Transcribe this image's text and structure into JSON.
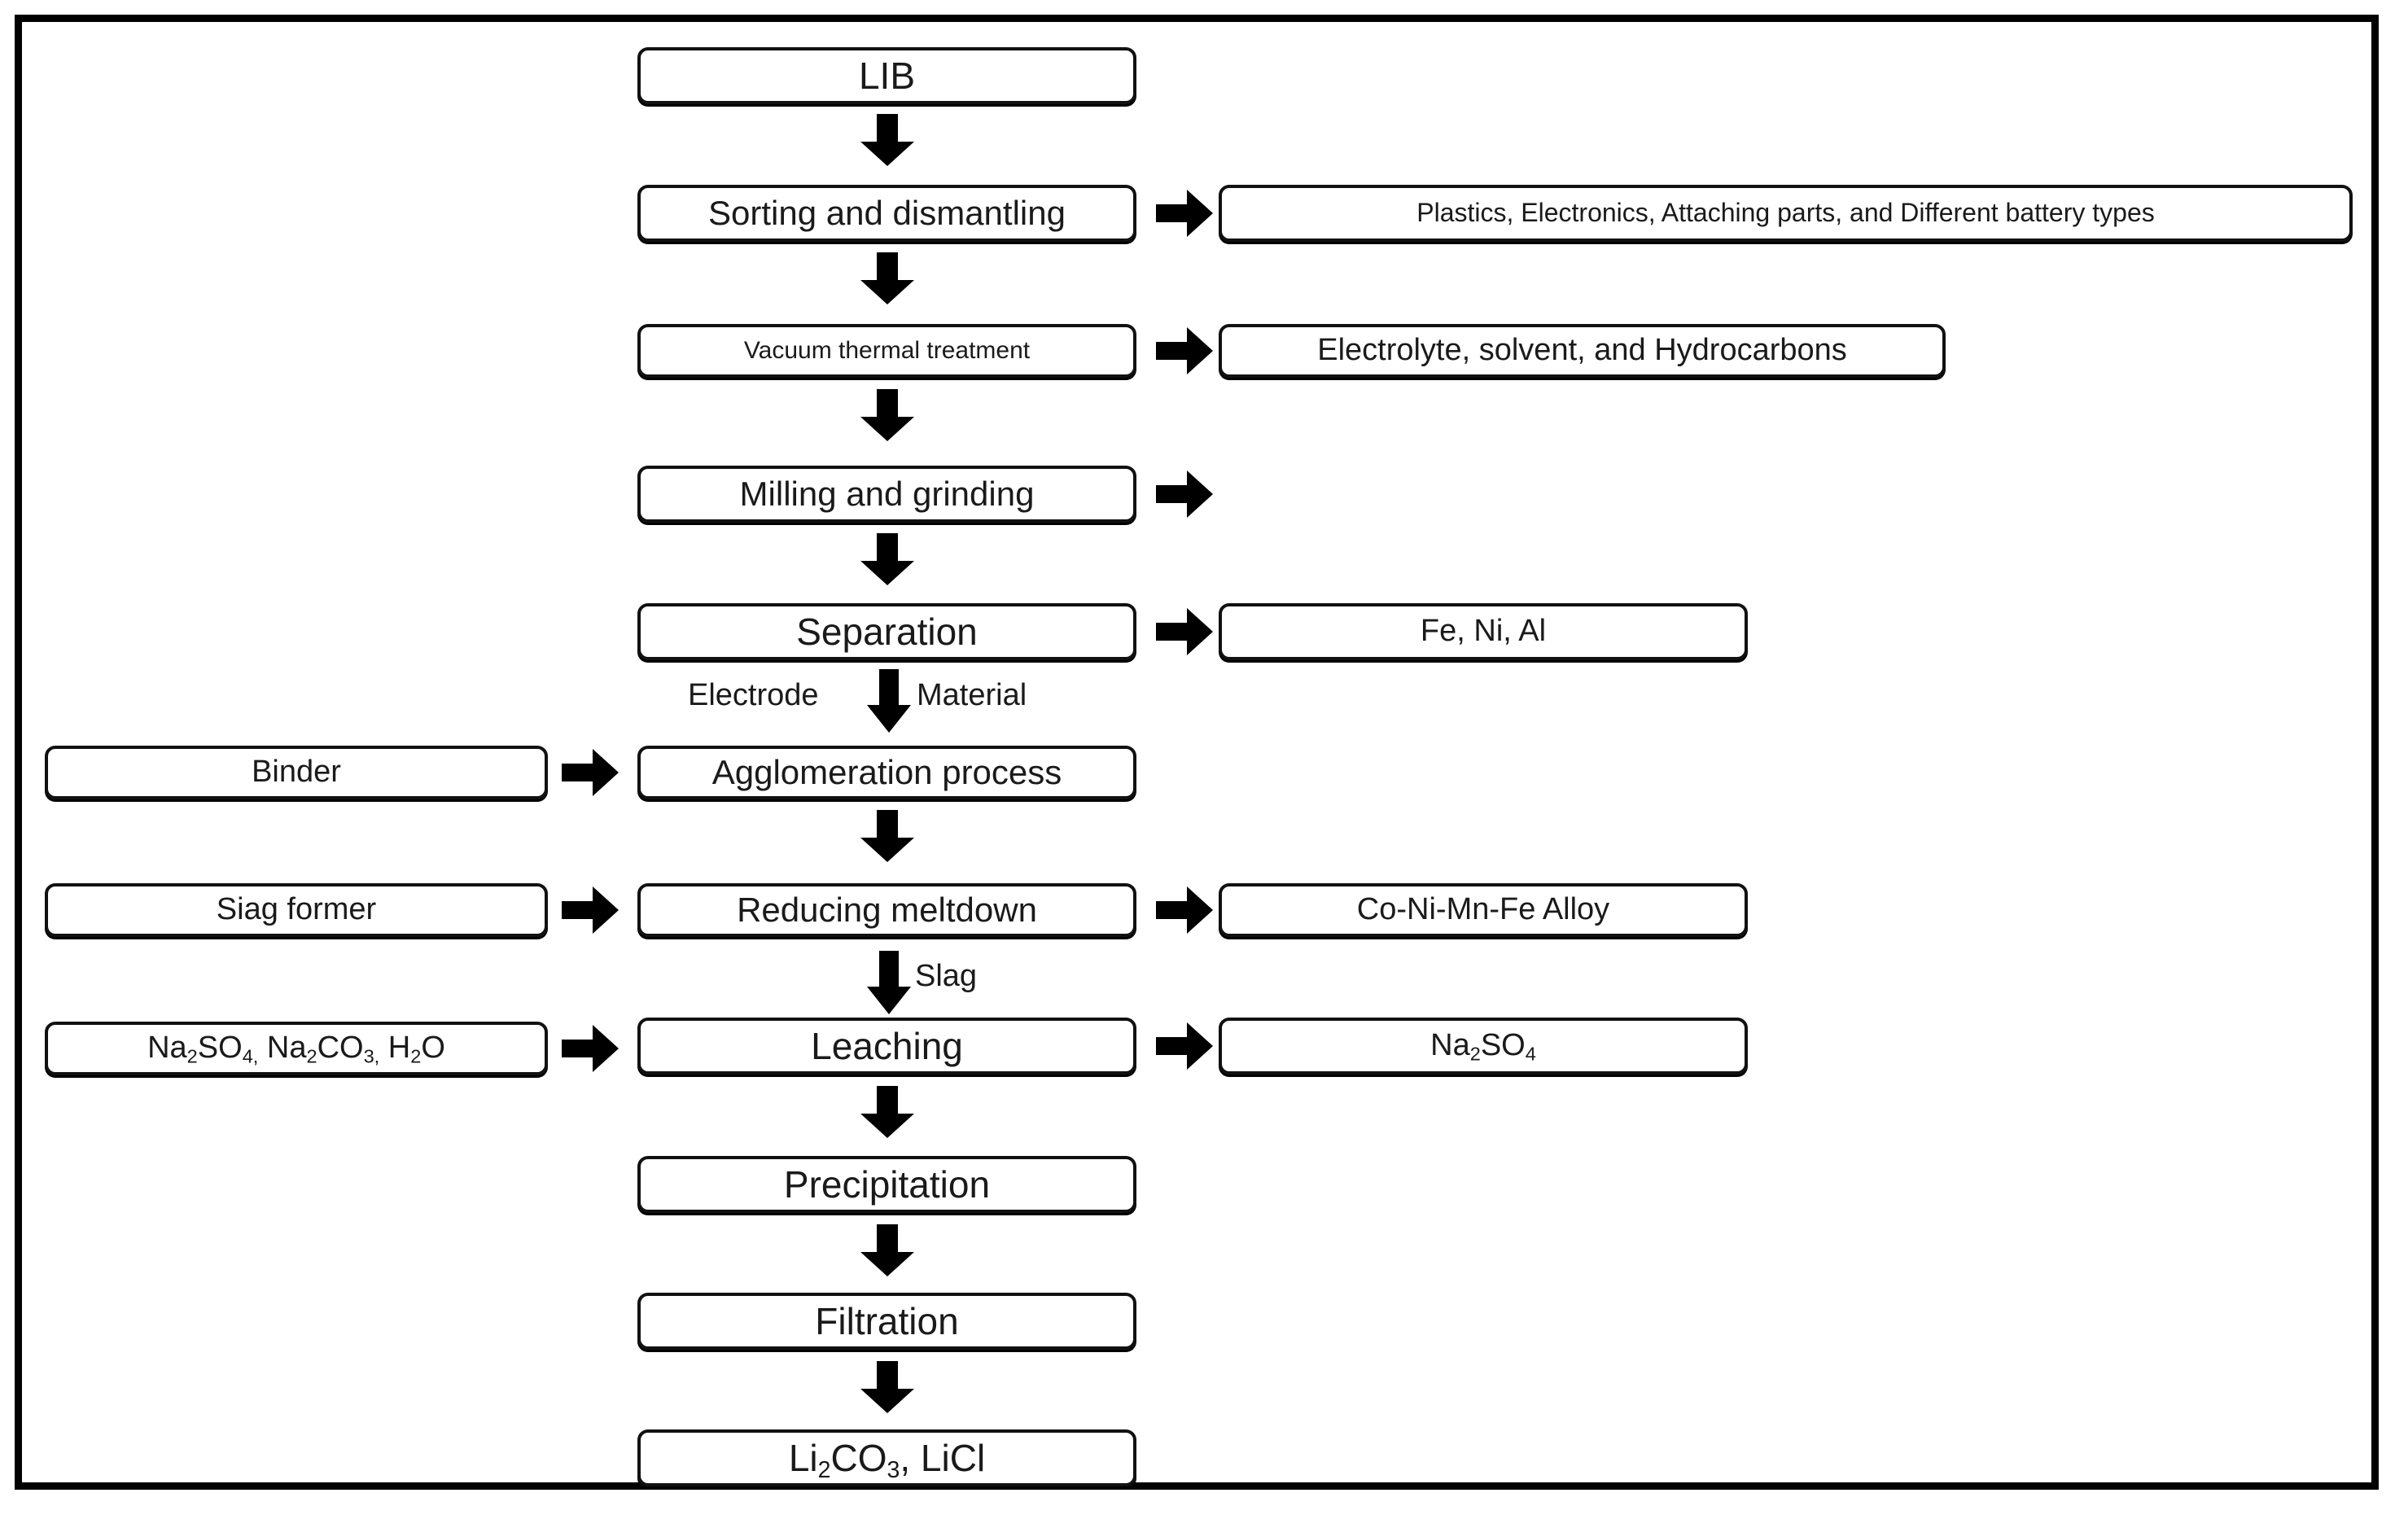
{
  "figure": {
    "title": "LIB recycling pyrometallurgical / hydrometallurgical process flowchart",
    "frame_color": "#000000",
    "box_border_color": "#111111",
    "arrow_color": "#000000",
    "background": "#ffffff"
  },
  "main_chain": [
    {
      "id": "lib",
      "label": "LIB",
      "size": "xl"
    },
    {
      "id": "sorting",
      "label": "Sorting and dismantling",
      "size": "lg"
    },
    {
      "id": "vacuum",
      "label": "Vacuum thermal treatment",
      "size": "xs"
    },
    {
      "id": "milling",
      "label": "Milling and grinding",
      "size": "lg"
    },
    {
      "id": "separation",
      "label": "Separation",
      "size": "xl"
    },
    {
      "id": "agglomeration",
      "label": "Agglomeration process",
      "size": "lg"
    },
    {
      "id": "reducing",
      "label": "Reducing meltdown",
      "size": "lg"
    },
    {
      "id": "leaching",
      "label": "Leaching",
      "size": "xl"
    },
    {
      "id": "precipitation",
      "label": "Precipitation",
      "size": "xl"
    },
    {
      "id": "filtration",
      "label": "Filtration",
      "size": "xl"
    },
    {
      "id": "products",
      "label": "Li2CO3, LiCl",
      "size": "xl",
      "html": "Li<sub>2</sub>CO<sub>3</sub>, LiCl"
    }
  ],
  "outputs": [
    {
      "id": "sorting-output",
      "from": "sorting",
      "label": "Plastics, Electronics, Attaching parts, and Different battery types",
      "size": "sm"
    },
    {
      "id": "vacuum-output",
      "from": "vacuum",
      "label": "Electrolyte, solvent, and Hydrocarbons",
      "size": "md"
    },
    {
      "id": "separation-output",
      "from": "separation",
      "label": "Fe, Ni, Al",
      "size": "md"
    },
    {
      "id": "reducing-output",
      "from": "reducing",
      "label": "Co-Ni-Mn-Fe Alloy",
      "size": "md"
    },
    {
      "id": "leaching-output",
      "from": "leaching",
      "label": "Na2SO4",
      "size": "md",
      "html": "Na<sub>2</sub>SO<sub>4</sub>"
    }
  ],
  "inputs": [
    {
      "id": "binder-input",
      "to": "agglomeration",
      "label": "Binder",
      "size": "md"
    },
    {
      "id": "slagformer-input",
      "to": "reducing",
      "label": "Siag former",
      "size": "md"
    },
    {
      "id": "reagents-input",
      "to": "leaching",
      "label": "Na2SO4, Na2CO3, H2O",
      "size": "md",
      "html": "Na<sub>2</sub>SO<sub>4,</sub> Na<sub>2</sub>CO<sub>3,</sub> H<sub>2</sub>O"
    }
  ],
  "edge_labels": [
    {
      "id": "electrode-material-left",
      "text": "Electrode"
    },
    {
      "id": "electrode-material-right",
      "text": "Material"
    },
    {
      "id": "slag-label",
      "text": "Slag"
    }
  ],
  "milling_output_note": {
    "id": "milling-open-arrow",
    "text": ""
  }
}
